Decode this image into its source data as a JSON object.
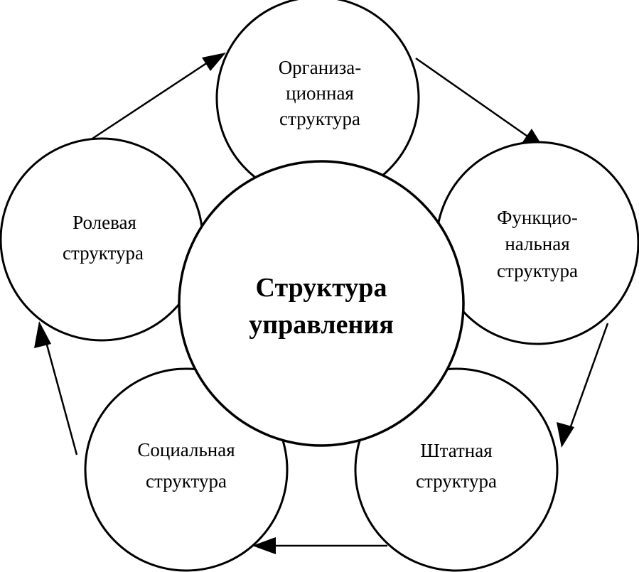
{
  "diagram": {
    "center": {
      "lines": [
        "Структура",
        "управления"
      ]
    },
    "nodes": {
      "organizational": {
        "lines": [
          "Организа-",
          "ционная",
          "структура"
        ]
      },
      "functional": {
        "lines": [
          "Функцио-",
          "нальная",
          "структура"
        ]
      },
      "staffing": {
        "lines": [
          "Штатная",
          "структура"
        ]
      },
      "social": {
        "lines": [
          "Социальная",
          "структура"
        ]
      },
      "role": {
        "lines": [
          "Ролевая",
          "структура"
        ]
      }
    },
    "flow_order": [
      "organizational",
      "functional",
      "staffing",
      "social",
      "role"
    ]
  }
}
